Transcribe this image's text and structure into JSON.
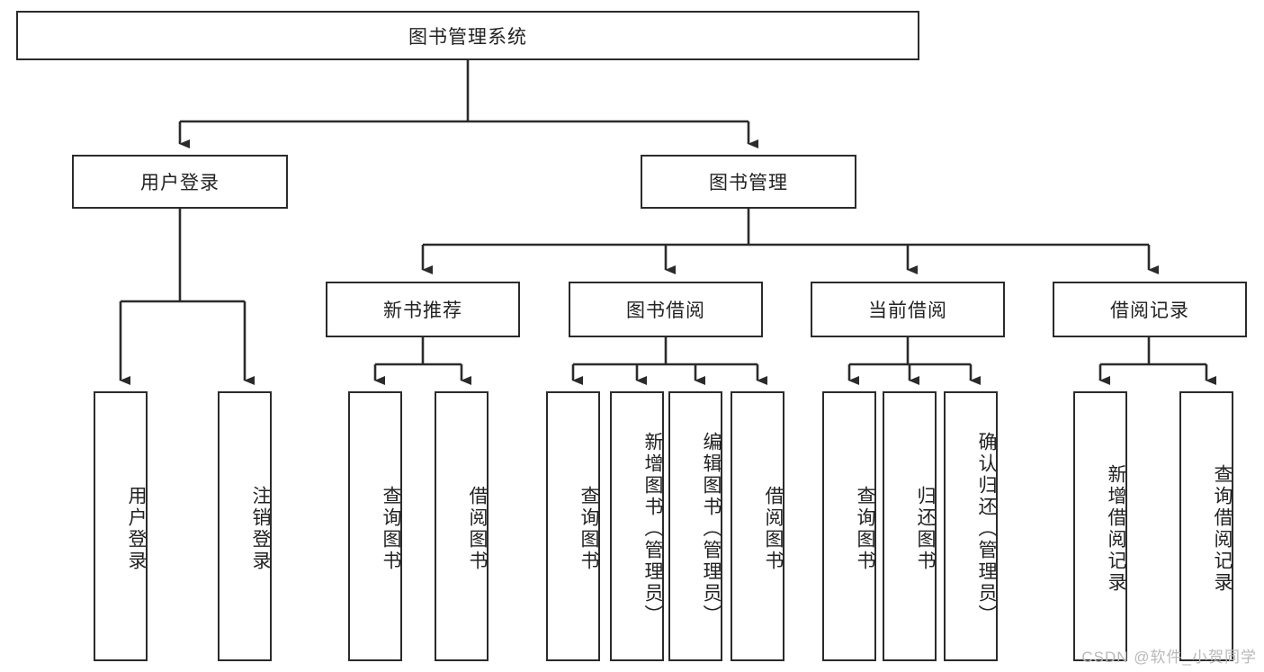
{
  "diagram": {
    "title": "图书管理系统",
    "type": "hierarchy-tree",
    "root": {
      "label": "图书管理系统"
    },
    "level2": [
      {
        "label": "用户登录"
      },
      {
        "label": "图书管理"
      }
    ],
    "level3": [
      {
        "label": "新书推荐"
      },
      {
        "label": "图书借阅"
      },
      {
        "label": "当前借阅"
      },
      {
        "label": "借阅记录"
      }
    ],
    "leaves": {
      "user_login": [
        {
          "label": "用户登录"
        },
        {
          "label": "注销登录"
        }
      ],
      "new_book_recommend": [
        {
          "label": "查询图书"
        },
        {
          "label": "借阅图书"
        }
      ],
      "book_borrow": [
        {
          "label": "查询图书"
        },
        {
          "label": "新增图书（管理员）"
        },
        {
          "label": "编辑图书（管理员）"
        },
        {
          "label": "借阅图书"
        }
      ],
      "current_borrow": [
        {
          "label": "查询图书"
        },
        {
          "label": "归还图书"
        },
        {
          "label": "确认归还（管理员）"
        }
      ],
      "borrow_record": [
        {
          "label": "新增借阅记录"
        },
        {
          "label": "查询借阅记录"
        }
      ]
    }
  },
  "watermark": {
    "text": "CSDN @软件_小贺同学"
  },
  "colors": {
    "border": "#2b2b2b",
    "background": "#ffffff",
    "text": "#222222",
    "watermark": "#b9b9b9"
  }
}
